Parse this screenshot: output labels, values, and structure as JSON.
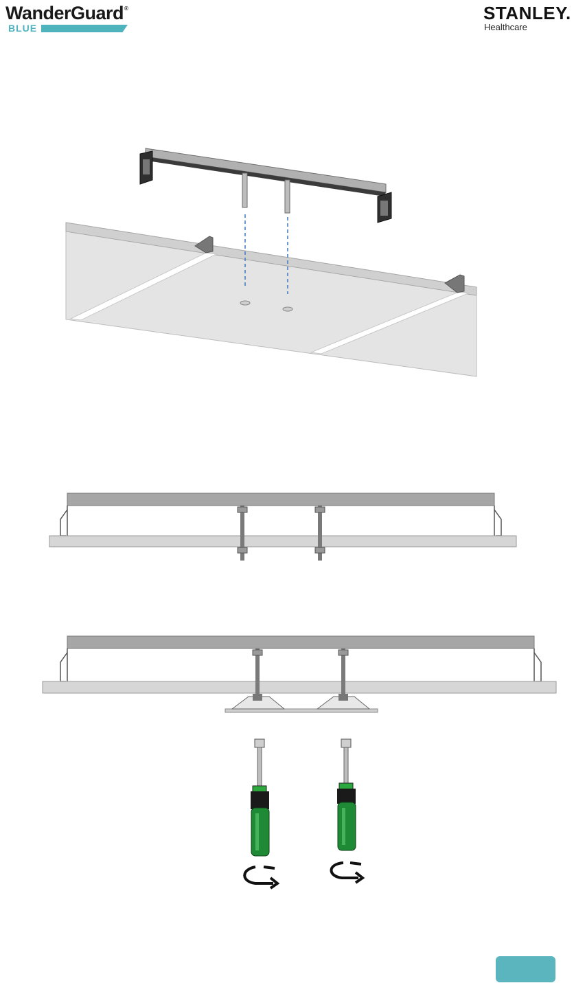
{
  "header": {
    "brand_left": "WanderGuard",
    "brand_left_reg": "®",
    "brand_left_sub": "BLUE",
    "brand_right": "STANLEY.",
    "brand_right_sub": "Healthcare"
  },
  "colors": {
    "accent": "#4fb3bd",
    "panel": "#e6e6e6",
    "rail": "#a6a6a6",
    "guide": "#4a7fc1",
    "handle": "#1f8a35"
  },
  "figures": [
    {
      "name": "ceiling-tile-bracket-isometric"
    },
    {
      "name": "bracket-side-view"
    },
    {
      "name": "bracket-with-device-side-view"
    }
  ],
  "icons": [
    "screwdriver-icon",
    "rotate-arrow-icon"
  ]
}
